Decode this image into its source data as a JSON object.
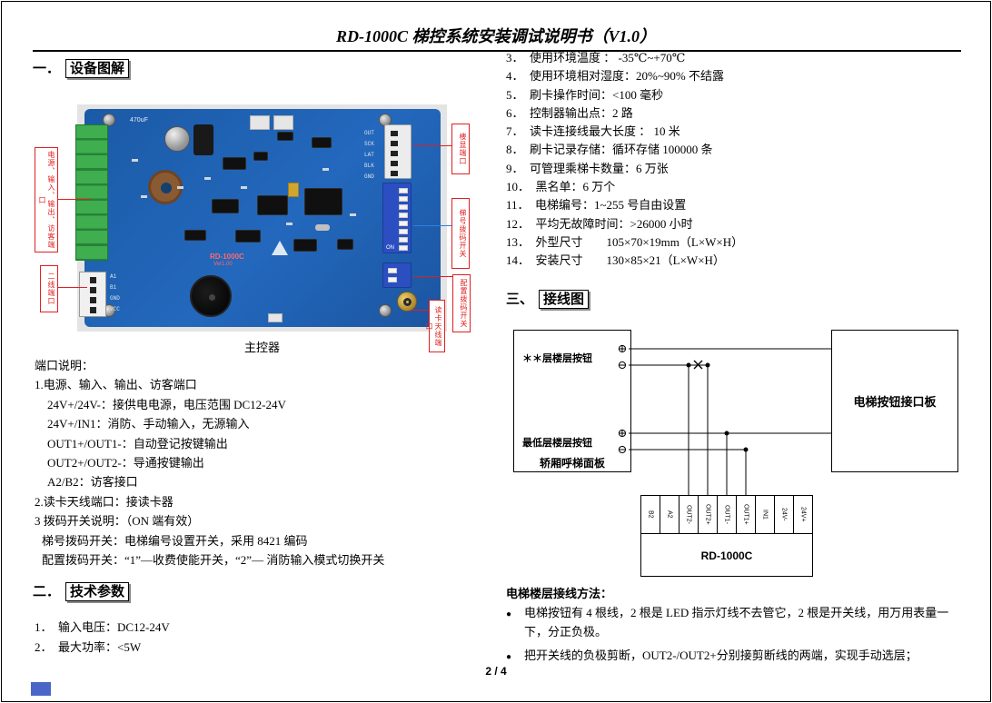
{
  "title": "RD-1000C 梯控系统安装调试说明书（V1.0）",
  "page_number": "2 / 4",
  "sections": {
    "s1_prefix": "一．",
    "s1_label": "设备图解",
    "s2_prefix": "二．",
    "s2_label": "技术参数",
    "s3_prefix": "三、",
    "s3_label": "接线图"
  },
  "board": {
    "caption": "主控器",
    "callouts": {
      "ports": "电源、输入、输出、访客端口",
      "two_wire": "二线端口",
      "display": "楼显端口",
      "dip_elevator": "梯号拨码开关",
      "dip_config": "配置拨码开关",
      "antenna": "读卡天线端口"
    },
    "silk": {
      "cap": "470uF",
      "model": "RD-1000C",
      "version": "Ver1.00",
      "dip_on": "ON"
    },
    "header_pins": [
      "OUT",
      "SCK",
      "LAT",
      "BLK",
      "GND"
    ],
    "left_pins": [
      "A1",
      "B1",
      "GND",
      "VCC"
    ]
  },
  "port_notes": {
    "heading": "端口说明：",
    "lines": [
      "1.电源、输入、输出、访客端口",
      "24V+/24V-：接供电电源，电压范围 DC12-24V",
      "24V+/IN1：消防、手动输入，无源输入",
      "OUT1+/OUT1-：自动登记按键输出",
      "OUT2+/OUT2-：导通按键输出",
      "A2/B2：访客接口",
      "2.读卡天线端口：接读卡器",
      "3 拨码开关说明：（ON 端有效）",
      "梯号拨码开关：电梯编号设置开关，采用 8421 编码",
      "配置拨码开关：“1”—收费使能开关，“2”— 消防输入模式切换开关"
    ]
  },
  "tech_params": {
    "items": [
      "1．　输入电压：DC12-24V",
      "2．　最大功率：<5W"
    ]
  },
  "specs": {
    "items": [
      "3．　使用环境温度 ： -35℃~+70℃",
      "4．　使用环境相对湿度：20%~90% 不结露",
      "5．　刷卡操作时间：<100 毫秒",
      "6．　控制器输出点：2 路",
      "7．　读卡连接线最大长度 ： 10 米",
      "8．　刷卡记录存储：循环存储 100000 条",
      "9．　可管理乘梯卡数量：6 万张",
      "10．　黑名单：6 万个",
      "11．　电梯编号：1~255 号自由设置",
      "12．　平均无故障时间：>26000 小时",
      "13．　外型尺寸　　105×70×19mm（L×W×H）",
      "14．　安装尺寸　　130×85×21（L×W×H）"
    ]
  },
  "diagram": {
    "panel_label": "轿厢呼梯面板",
    "button_top": "＊＊层楼层按钮",
    "button_bottom": "最低层楼层按钮",
    "interface_board": "电梯按钮接口板",
    "controller": "RD-1000C",
    "terminals": [
      "B2",
      "A2",
      "OUT2-",
      "OUT2+",
      "OUT1-",
      "OUT1+",
      "IN1",
      "24V-",
      "24V+"
    ],
    "plus": "⊕",
    "minus": "⊖"
  },
  "wiring": {
    "heading": "电梯楼层接线方法：",
    "bullet_glyph": "●",
    "bullets": [
      "电梯按钮有 4 根线，2 根是 LED 指示灯线不去管它，2 根是开关线，用万用表量一下，分正负极。",
      "把开关线的负极剪断，OUT2-/OUT2+分别接剪断线的两端，实现手动选层；"
    ]
  }
}
